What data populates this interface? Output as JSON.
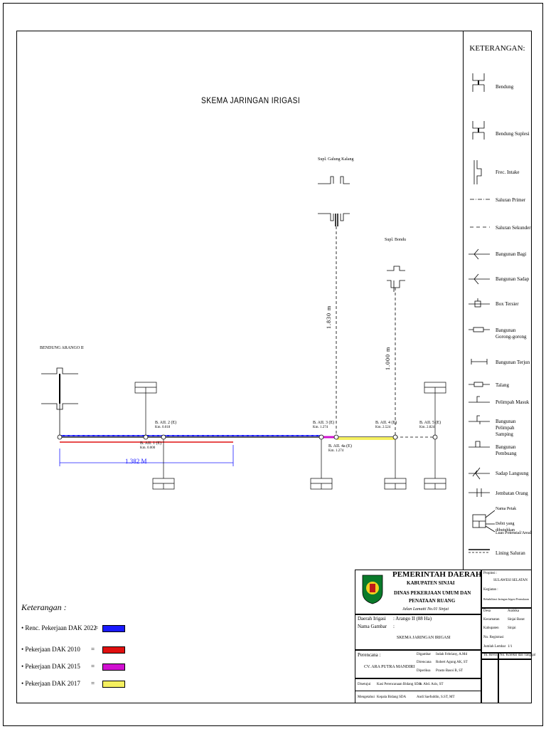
{
  "diagram_title": "SKEMA JARINGAN IRIGASI",
  "legend": {
    "title": "KETERANGAN:",
    "items": [
      {
        "label": "Bendung"
      },
      {
        "label": "Bendung Suplesi"
      },
      {
        "label": "Frec. Intake"
      },
      {
        "label": "Saluran Primer"
      },
      {
        "label": "Saluran Sekunder"
      },
      {
        "label": "Bangunan Bagi"
      },
      {
        "label": "Bangunan Sadap"
      },
      {
        "label": "Box Tersier"
      },
      {
        "label": "Bangunan Gorong-gorong"
      },
      {
        "label": "Bangunan Terjun"
      },
      {
        "label": "Talang"
      },
      {
        "label": "Pelimpah Masuk"
      },
      {
        "label": "Bangunan Pelimpah Samping"
      },
      {
        "label": "Bangunan Pembuang"
      },
      {
        "label": "Sadap Langsung"
      },
      {
        "label": "Jembatan Orang"
      },
      {
        "label": "Nama Petak"
      },
      {
        "label": "Debit yang dibutuhkan"
      },
      {
        "label": "Luas Potensial/Areal"
      },
      {
        "label": "Lining Saluran"
      }
    ]
  },
  "structures": {
    "bendung": "BENDUNG ARANGO II",
    "supl_galung": "Supl. Galung Kalang",
    "supl_bondu": "Supl. Bondu",
    "dist_galung": "1.830 m",
    "dist_bondu": "1.000 m",
    "dist_main": "1.382 M"
  },
  "nodes": [
    {
      "name": "B. AII. 1 (E)",
      "km": "Km. 0.000"
    },
    {
      "name": "B. AII. 2 (E)",
      "km": "Km. 0.018"
    },
    {
      "name": "B. AII. 3 (E)",
      "km": "Km. 1.274"
    },
    {
      "name": "B. AII. 4a (E)",
      "km": "Km. 1.274"
    },
    {
      "name": "B. AII. 4 (E)",
      "km": "Km. 2.524"
    },
    {
      "name": "B. AII. 5 (E)",
      "km": "Km. 2.824"
    }
  ],
  "bottom_legend": {
    "title": "Keterangan :",
    "items": [
      {
        "label": "• Renc. Pekerjaan DAK 2022",
        "eq": "=",
        "color": "#1a1aff"
      },
      {
        "label": "• Pekerjaan DAK 2010",
        "eq": "=",
        "color": "#e01010"
      },
      {
        "label": "• Pekerjaan DAK 2015",
        "eq": "=",
        "color": "#d010d0"
      },
      {
        "label": "• Pekerjaan DAK 2017",
        "eq": "=",
        "color": "#f5f060"
      }
    ]
  },
  "title_block": {
    "org": "PEMERINTAH DAERAH",
    "kab": "KABUPATEN SINJAI",
    "dinas1": "DINAS PEKERJAAN UMUM DAN",
    "dinas2": "PENATAAN RUANG",
    "address": "Jalan Lamatti No.01 Sinjai",
    "daerah_irigasi_label": "Daerah Irigasi",
    "daerah_irigasi_value": ": Arango II (88 Ha)",
    "nama_gambar_label": "Nama Gambar",
    "nama_gambar_value": ":",
    "gambar_title": "SKEMA JARINGAN IRIGASI",
    "perencana_label": "Perencana :",
    "perencana_value": "CV. ARA PUTRA MANDIRI",
    "digambar": "Digambar",
    "digambar_name": "Indah Febriany, A.Md",
    "direncana": "Direncana",
    "direncana_name": "Robert Agung AK, ST",
    "diperiksa": "Diperiksa",
    "diperiksa_name": "Prasto Basoi B, ST",
    "disetujui": "Disetujui",
    "disetujui_role": "Kasi Perencanaan Bidang SDA",
    "disetujui_name": "Ir. Abd. Azis, ST",
    "mengetahui": "Mengetahui",
    "mengetahui_role": "Kepala Bidang SDA",
    "mengetahui_name": "Andi Saefuddin, S.ST, MT",
    "propinsi_label": "Propinsi :",
    "propinsi_value": "SULAWESI SELATAN",
    "kegiatan_label": "Kegiatan :",
    "kegiatan_value": "Rehabilitasi Jaringan Irigasi Permukaan",
    "desa_label": "Desa",
    "desa_value": "Arabika",
    "kecamatan_label": "Kecamatan",
    "kecamatan_value": "Sinjai Barat",
    "kabupaten_label": "Kabupaten",
    "kabupaten_value": "Sinjai",
    "no_registrasi": "No. Registrasi",
    "jumlah_lembar": "Jumlah Lembar",
    "jumlah_lembar_value": "1/1",
    "tk_revisi": "Tk. Revisi",
    "no_koreksi": "No. Koreksi dan Tanggal"
  }
}
